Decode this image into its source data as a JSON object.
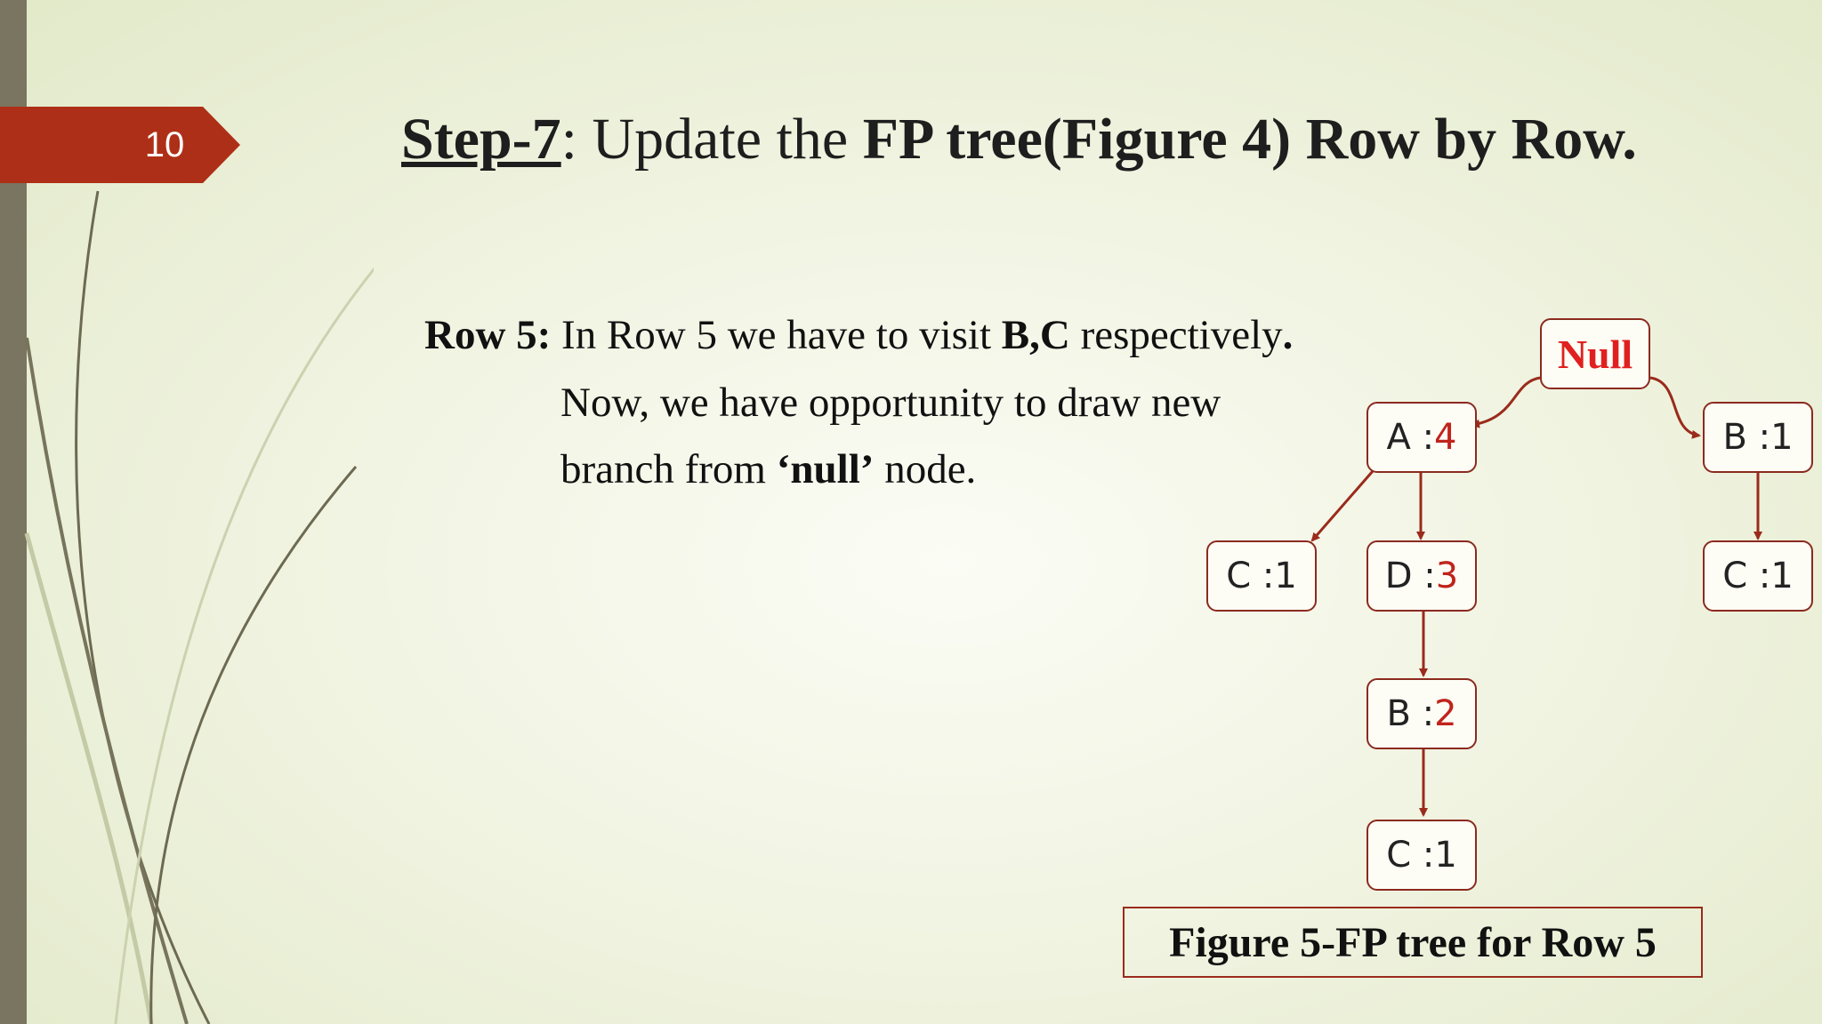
{
  "slide_number": "10",
  "title": {
    "step": "Step-7",
    "part1": ": Update the ",
    "part2": "FP tree(Figure 4) Row by Row."
  },
  "body": {
    "row_label": "Row 5:",
    "line1_a": " In Row 5 we have to visit ",
    "line1_b": "B,C",
    "line1_c": " respectively",
    "line1_d": ".",
    "line2": "Now, we have opportunity to draw new",
    "line3_a": "branch from ",
    "line3_b": "‘null’",
    "line3_c": " node."
  },
  "tree": {
    "null": "Null",
    "nodes": {
      "A": {
        "item": "A : ",
        "count": "4"
      },
      "B_root": {
        "item": "B : ",
        "count": "1"
      },
      "C_under_A": {
        "item": "C : ",
        "count": "1"
      },
      "D": {
        "item": "D : ",
        "count": "3"
      },
      "C_under_B_root": {
        "item": "C : ",
        "count": "1"
      },
      "B_under_D": {
        "item": "B : ",
        "count": "2"
      },
      "C_under_B": {
        "item": "C : ",
        "count": "1"
      }
    }
  },
  "caption": "Figure 5-FP tree for Row 5",
  "colors": {
    "accent": "#ae2f17",
    "edge": "#9a2b1c",
    "updated_count": "#c0231b",
    "null_label": "#e02020"
  }
}
